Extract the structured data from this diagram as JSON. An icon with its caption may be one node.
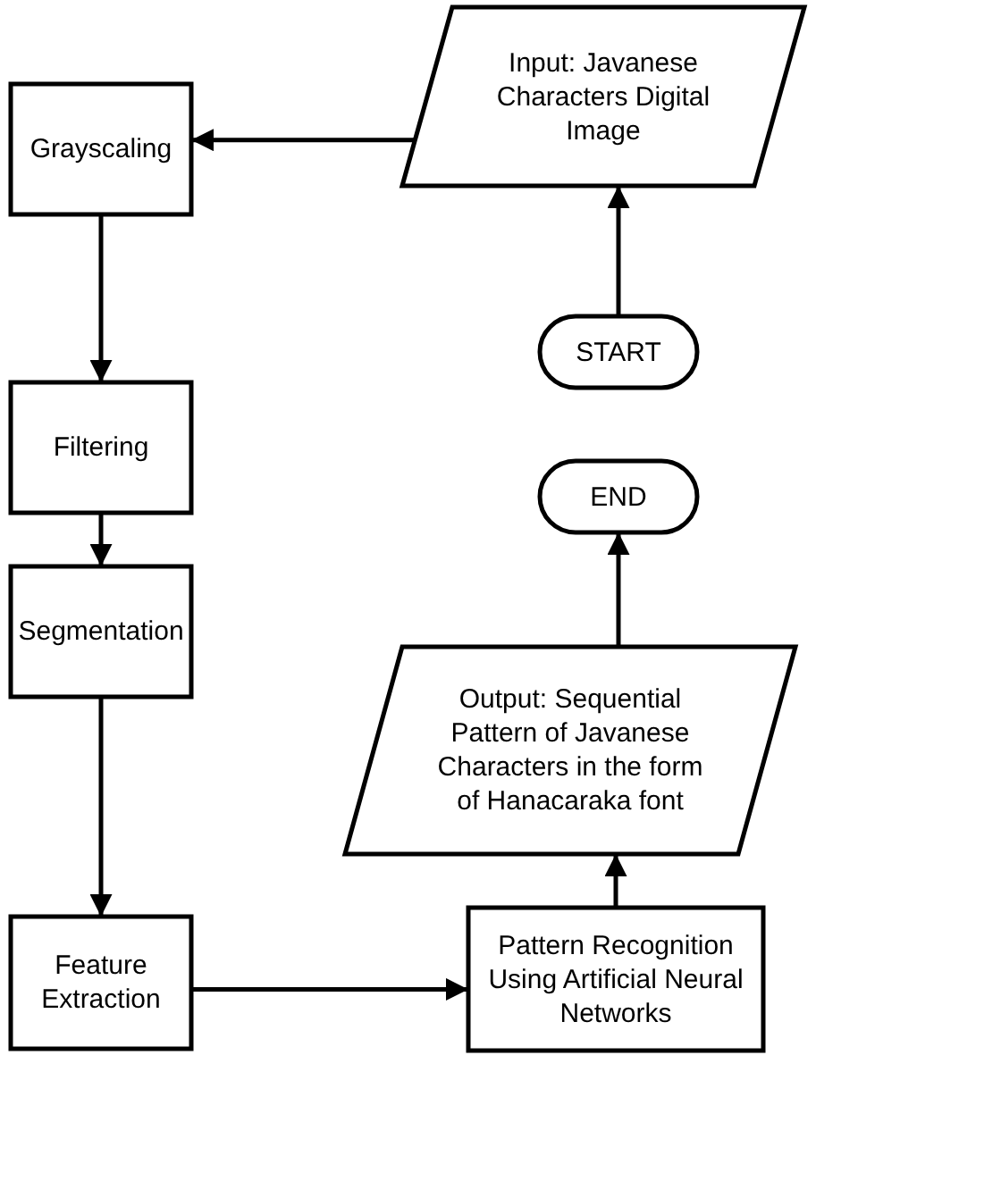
{
  "diagram": {
    "nodes": [
      {
        "text": [
          "Grayscaling"
        ]
      },
      {
        "text": [
          "Filtering"
        ]
      },
      {
        "text": [
          "Segmentation"
        ]
      },
      {
        "text": [
          "Feature Extraction"
        ]
      },
      {
        "text": [
          "Input: Javanese Characters Digital Image"
        ]
      },
      {
        "text": [
          "START"
        ]
      },
      {
        "text": [
          "END"
        ]
      },
      {
        "text": [
          "Output: Sequential Pattern of Javanese Characters in the form of Hanacaraka font"
        ]
      },
      {
        "text": [
          "Pattern Recognition Using Artificial Neural Networks"
        ]
      }
    ],
    "edges": [
      {
        "from": 5,
        "to": 4,
        "arrow": "to"
      },
      {
        "from": 4,
        "to": 0,
        "arrow": "to"
      },
      {
        "from": 0,
        "to": 1,
        "arrow": "to"
      },
      {
        "from": 1,
        "to": 2,
        "arrow": "to"
      },
      {
        "from": 2,
        "to": 3,
        "arrow": "to"
      },
      {
        "from": 3,
        "to": 8,
        "arrow": "to"
      },
      {
        "from": 8,
        "to": 7,
        "arrow": "to"
      },
      {
        "from": 7,
        "to": 6,
        "arrow": "to"
      }
    ]
  }
}
